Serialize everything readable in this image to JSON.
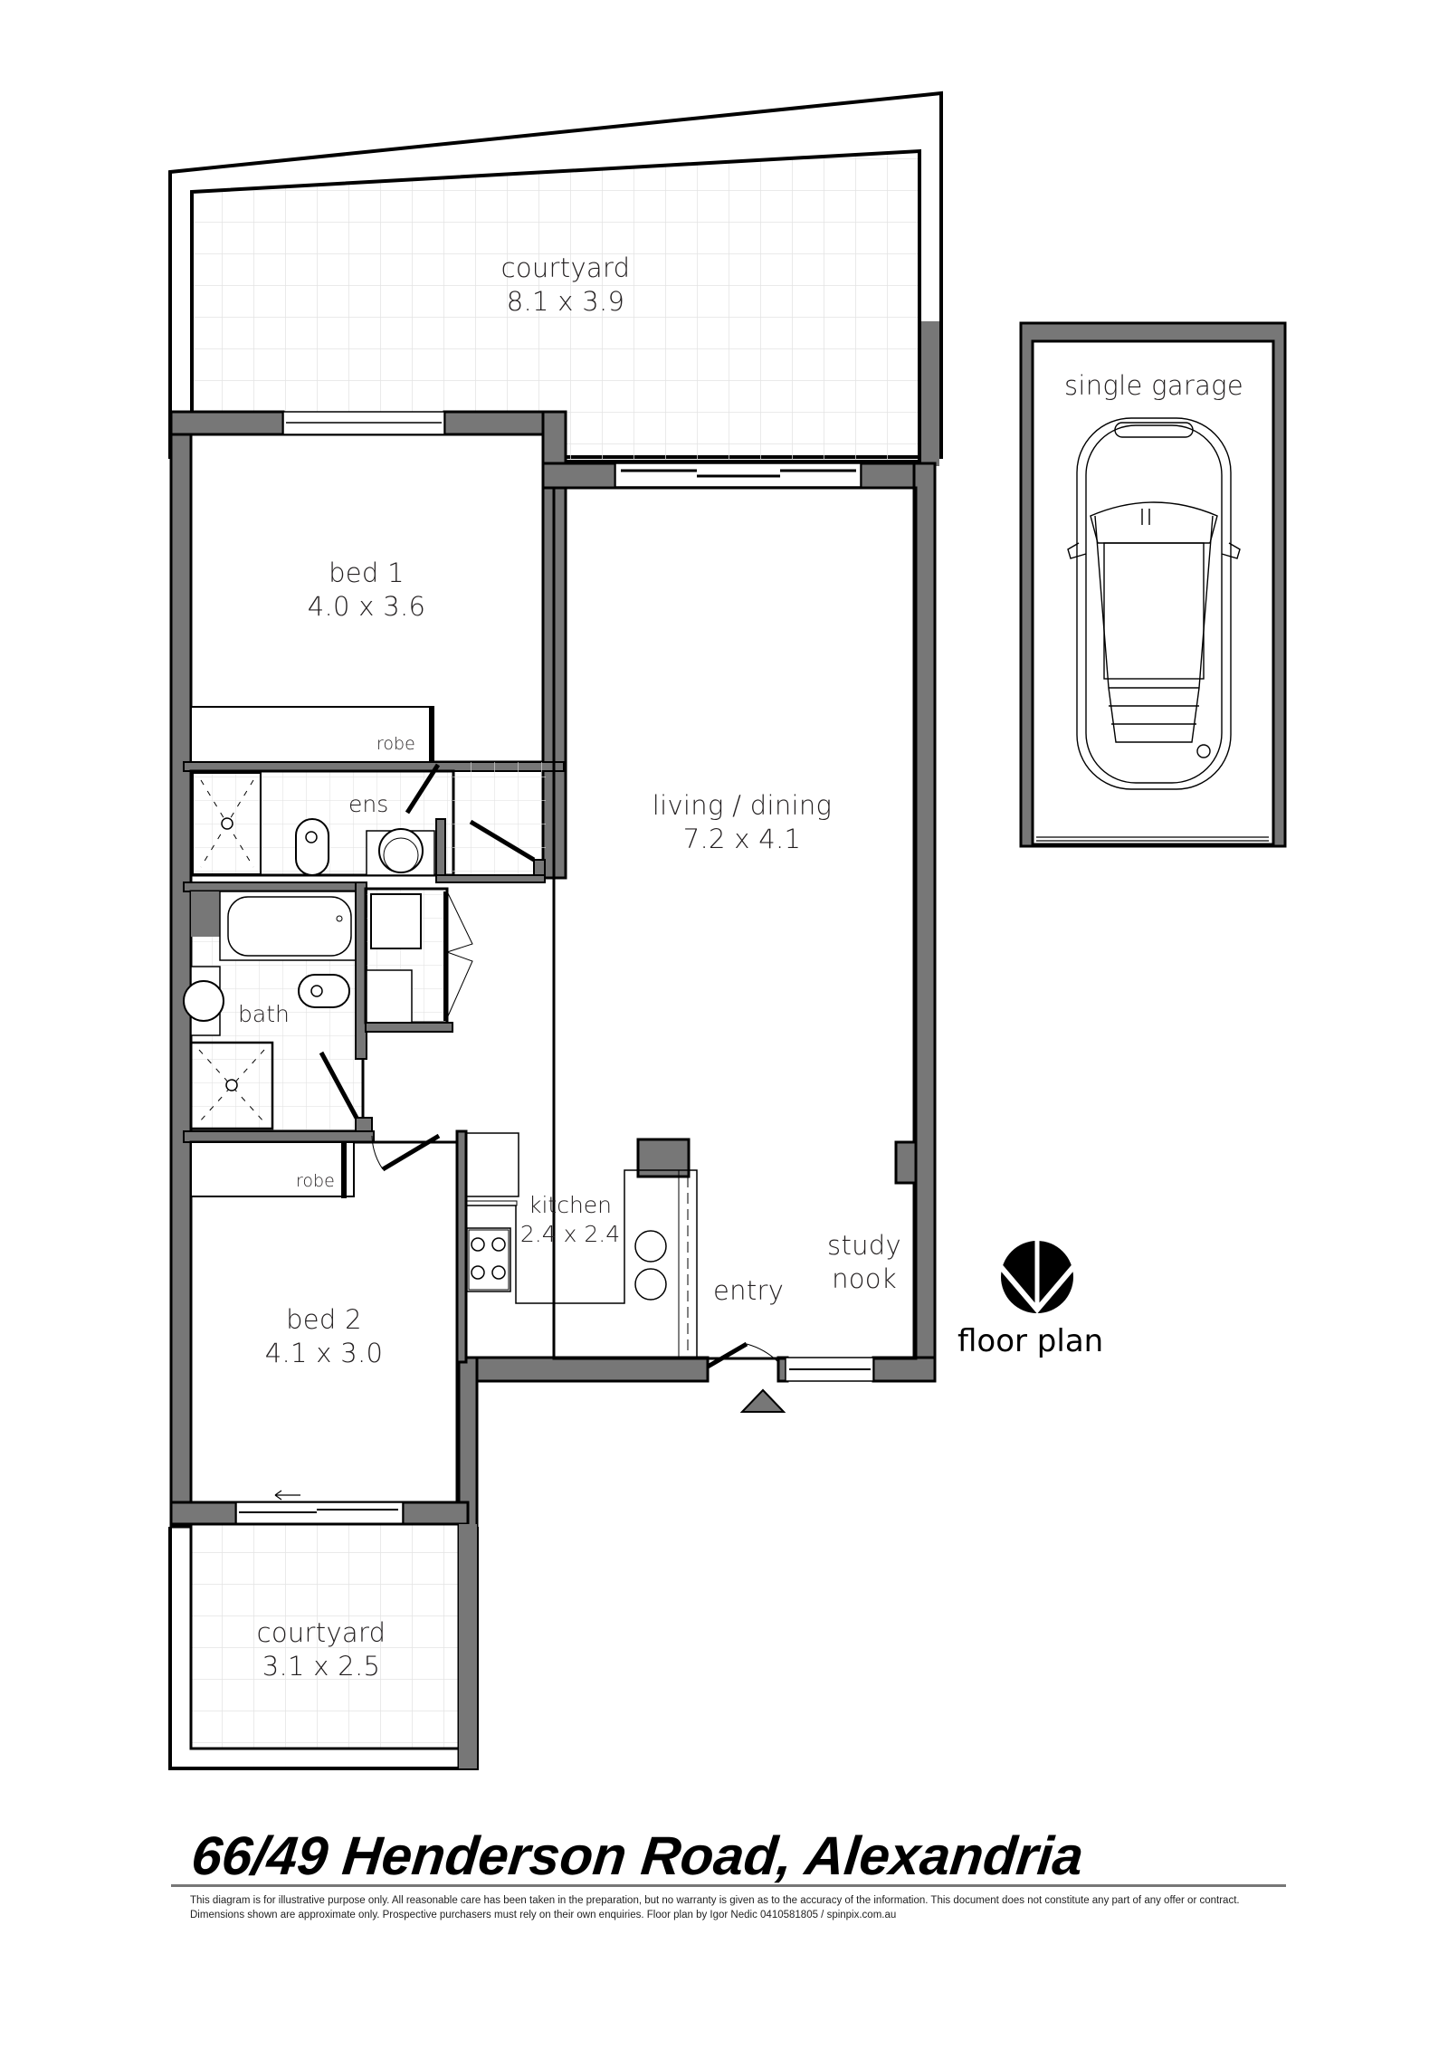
{
  "document": {
    "title": "66/49 Henderson Road, Alexandria",
    "disclaimer": "This diagram is for illustrative purpose only. All reasonable care has been taken in the preparation, but no warranty is given as to the accuracy of the information. This document does not constitute any part of any offer or contract. Dimensions shown are approximate only. Prospective purchasers must rely on their own enquiries. Floor plan by Igor Nedic 0410581805 / spinpix.com.au",
    "legend_label": "floor plan",
    "legend_icon": "compass-north-icon"
  },
  "rooms": {
    "courtyard_top": {
      "name": "courtyard",
      "dims": "8.1 x 3.9"
    },
    "bed1": {
      "name": "bed 1",
      "dims": "4.0 x 3.6"
    },
    "bed1_robe": {
      "name": "robe"
    },
    "ensuite": {
      "name": "ens"
    },
    "bath": {
      "name": "bath"
    },
    "living": {
      "name": "living / dining",
      "dims": "7.2 x 4.1"
    },
    "kitchen": {
      "name": "kitchen",
      "dims": "2.4 x 2.4"
    },
    "entry": {
      "name": "entry"
    },
    "study": {
      "name": "study",
      "name2": "nook"
    },
    "bed2": {
      "name": "bed 2",
      "dims": "4.1 x 3.0"
    },
    "bed2_robe": {
      "name": "robe"
    },
    "courtyard_bottom": {
      "name": "courtyard",
      "dims": "3.1 x 2.5"
    },
    "garage": {
      "name": "single garage"
    }
  },
  "colors": {
    "wall": "#777777",
    "outline": "#000000",
    "tile_grid": "#e3e3e3",
    "text": "#231f20"
  }
}
